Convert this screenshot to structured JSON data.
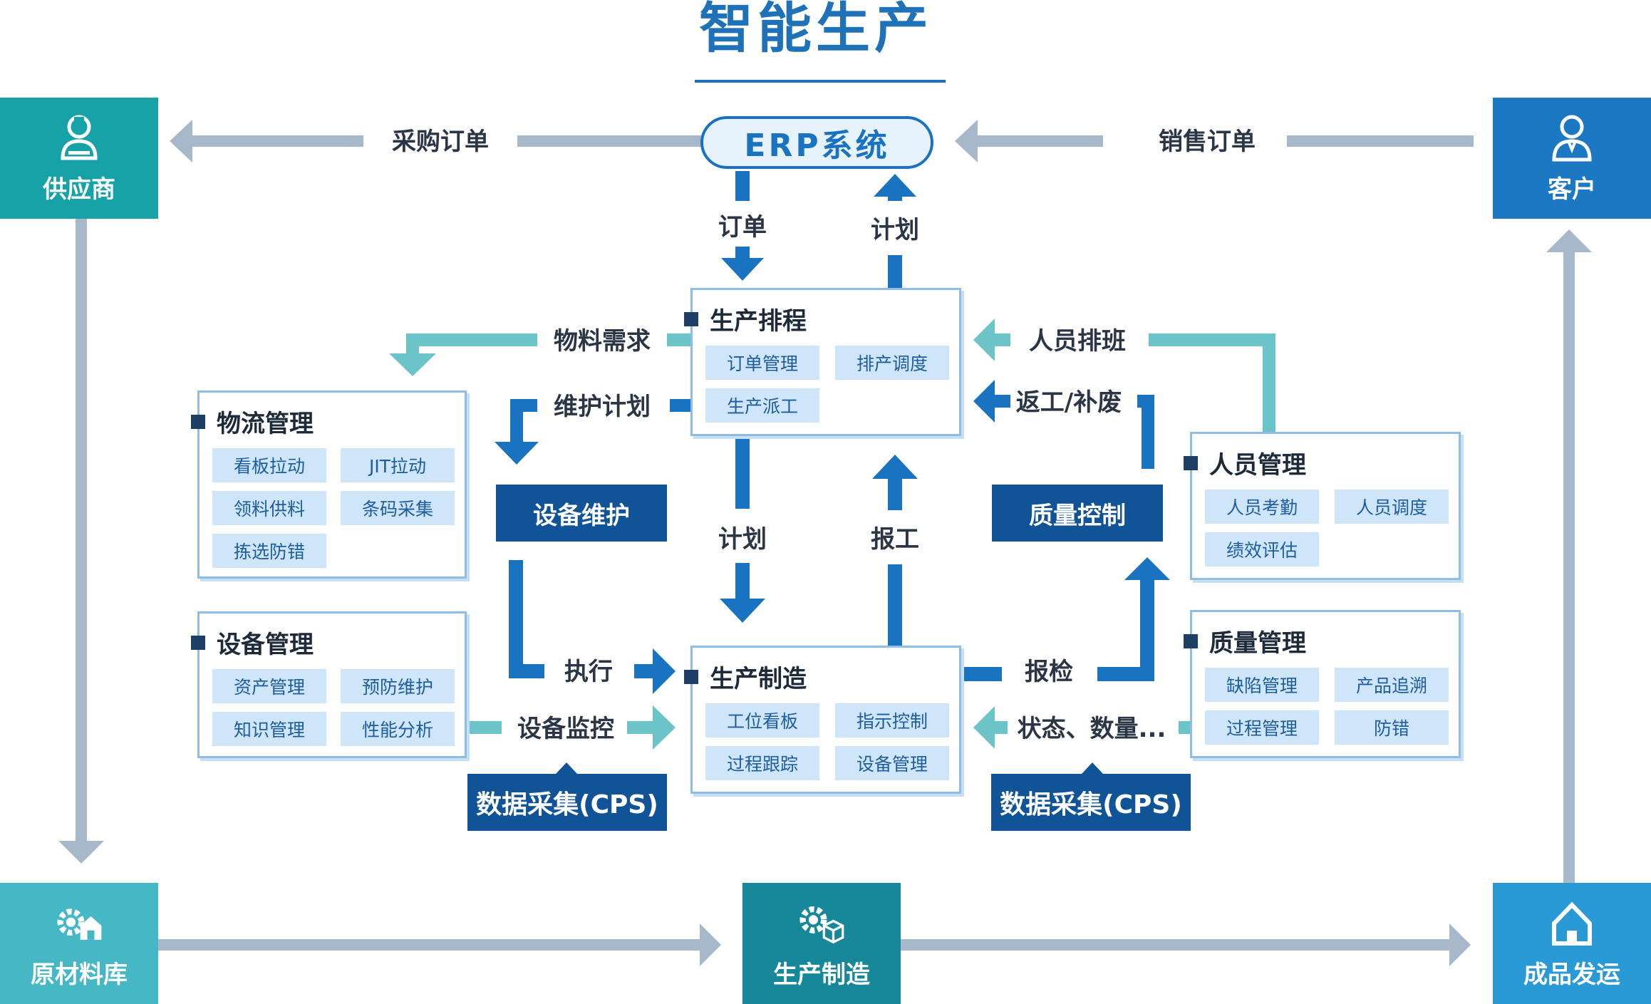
{
  "title": "智能生产",
  "erp_label": "ERP系统",
  "corners": {
    "supplier": "供应商",
    "customer": "客户",
    "raw_warehouse": "原材料库",
    "production": "生产制造",
    "shipping": "成品发运"
  },
  "flow_labels": {
    "purchase_order": "采购订单",
    "sales_order": "销售订单",
    "order": "订单",
    "plan_up": "计划",
    "material_demand": "物料需求",
    "maintenance_plan": "维护计划",
    "staff_shift": "人员排班",
    "rework": "返工/补废",
    "plan_down": "计划",
    "report_work": "报工",
    "execute": "执行",
    "equipment_monitor": "设备监控",
    "inspection": "报检",
    "status_qty": "状态、数量..."
  },
  "panels": {
    "scheduling": {
      "title": "生产排程",
      "items": [
        "订单管理",
        "排产调度",
        "生产派工"
      ]
    },
    "logistics": {
      "title": "物流管理",
      "items": [
        "看板拉动",
        "JIT拉动",
        "领料供料",
        "条码采集",
        "拣选防错"
      ]
    },
    "equipment": {
      "title": "设备管理",
      "items": [
        "资产管理",
        "预防维护",
        "知识管理",
        "性能分析"
      ]
    },
    "manufacturing": {
      "title": "生产制造",
      "items": [
        "工位看板",
        "指示控制",
        "过程跟踪",
        "设备管理"
      ]
    },
    "personnel": {
      "title": "人员管理",
      "items": [
        "人员考勤",
        "人员调度",
        "绩效评估"
      ]
    },
    "quality": {
      "title": "质量管理",
      "items": [
        "缺陷管理",
        "产品追溯",
        "过程管理",
        "防错"
      ]
    }
  },
  "dark_boxes": {
    "equipment_maintenance": "设备维护",
    "quality_control": "质量控制"
  },
  "cps_boxes": {
    "left": "数据采集(CPS)",
    "right": "数据采集(CPS)"
  },
  "colors": {
    "title_blue": "#1f72b8",
    "teal": "#17a2a8",
    "light_teal": "#45b7c5",
    "corner_blue": "#1c78c3",
    "corner_light_blue": "#2a9ad6",
    "dark_navy": "#105396",
    "arrow_blue": "#1a73c0",
    "arrow_teal": "#6cc3c8",
    "arrow_gray": "#a7b8ca"
  }
}
